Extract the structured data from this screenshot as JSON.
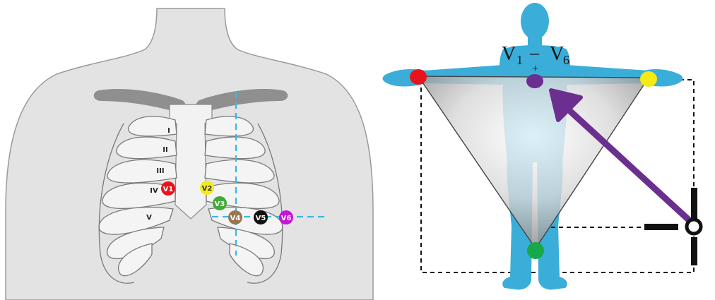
{
  "left_panel": {
    "rib_labels": [
      "I",
      "II",
      "III",
      "IV",
      "V"
    ],
    "electrodes": [
      {
        "label": "V1",
        "color": "#e8141c"
      },
      {
        "label": "V2",
        "color": "#f4ea1c"
      },
      {
        "label": "V3",
        "color": "#42a93a"
      },
      {
        "label": "V4",
        "color": "#9a7650"
      },
      {
        "label": "V5",
        "color": "#111111"
      },
      {
        "label": "V6",
        "color": "#c416d6"
      }
    ],
    "reference_line_color": "#3bb6e6"
  },
  "right_panel": {
    "title": {
      "left": "V",
      "left_sub": "1",
      "dash": "–",
      "right": "V",
      "right_sub": "6",
      "plus": "+"
    },
    "limb_electrodes": [
      {
        "name": "right-arm",
        "color": "#e8141c"
      },
      {
        "name": "left-arm",
        "color": "#f6ea14"
      },
      {
        "name": "left-leg",
        "color": "#17a84a"
      }
    ],
    "precordial_electrode_color": "#6b2f8f",
    "arrow_color": "#6b2f8f",
    "body_color": "#3aaed8"
  }
}
